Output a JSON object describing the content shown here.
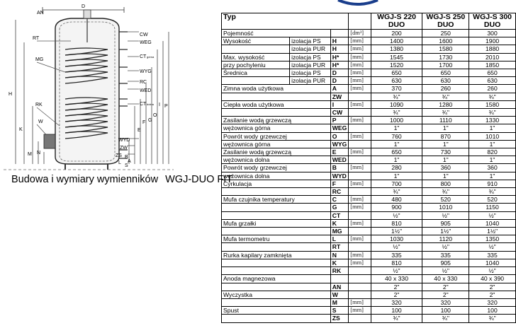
{
  "diagram": {
    "labels": [
      "D",
      "AN",
      "RT",
      "MG",
      "RK",
      "W",
      "M",
      "N",
      "H",
      "K",
      "CW",
      "WEG",
      "CT",
      "górna",
      "WYG",
      "RC",
      "WED",
      "CT",
      "dolna",
      "WYD",
      "ZW",
      "ZS",
      "L",
      "B",
      "A",
      "S",
      "E",
      "F",
      "G",
      "O",
      "I",
      "P"
    ]
  },
  "caption": {
    "text1": "Budowa i wymiary wymienników",
    "text2": "WGJ-DUO FIT"
  },
  "table": {
    "header": {
      "typ": "Typ",
      "m1a": "WGJ-S 220",
      "m1b": "DUO",
      "m2a": "WGJ-S 250",
      "m2b": "DUO",
      "m3a": "WGJ-S 300",
      "m3b": "DUO"
    },
    "rows": [
      {
        "label": "Pojemność",
        "sub": "",
        "sym": "",
        "unit": "[dm³]",
        "v": [
          "200",
          "250",
          "300"
        ]
      },
      {
        "label": "Wysokość",
        "sub": "izolacja PS",
        "sym": "H",
        "unit": "[mm]",
        "v": [
          "1400",
          "1600",
          "1900"
        ]
      },
      {
        "label": "",
        "sub": "izolacja PUR",
        "sym": "H",
        "unit": "[mm]",
        "v": [
          "1380",
          "1580",
          "1880"
        ]
      },
      {
        "label": "Max. wysokość",
        "sub": "izolacja PS",
        "sym": "H*",
        "unit": "[mm]",
        "v": [
          "1545",
          "1730",
          "2010"
        ]
      },
      {
        "label": "przy pochyleniu",
        "sub": "izolacja PUR",
        "sym": "H*",
        "unit": "[mm]",
        "v": [
          "1520",
          "1700",
          "1850"
        ]
      },
      {
        "label": "Średnica",
        "sub": "izolacja PS",
        "sym": "D",
        "unit": "[mm]",
        "v": [
          "650",
          "650",
          "650"
        ]
      },
      {
        "label": "",
        "sub": "izolacja PUR",
        "sym": "D",
        "unit": "[mm]",
        "v": [
          "630",
          "630",
          "630"
        ]
      },
      {
        "label": "Zimna woda użytkowa",
        "sub": "",
        "sym": "A",
        "unit": "[mm]",
        "v": [
          "370",
          "260",
          "260"
        ]
      },
      {
        "label": "",
        "sub": "",
        "sym": "ZW",
        "unit": "",
        "v": [
          "¾\"",
          "¾\"",
          "¾\""
        ]
      },
      {
        "label": "Ciepła woda użytkowa",
        "sub": "",
        "sym": "I",
        "unit": "[mm]",
        "v": [
          "1090",
          "1280",
          "1580"
        ]
      },
      {
        "label": "",
        "sub": "",
        "sym": "CW",
        "unit": "",
        "v": [
          "¾\"",
          "¾\"",
          "¾\""
        ]
      },
      {
        "label": "Zasilanie wodą grzewczą",
        "sub": "",
        "sym": "P",
        "unit": "[mm]",
        "v": [
          "1000",
          "1110",
          "1330"
        ]
      },
      {
        "label": "wężownica górna",
        "sub": "",
        "sym": "WEG",
        "unit": "",
        "v": [
          "1\"",
          "1\"",
          "1\""
        ]
      },
      {
        "label": "Powrót wody grzewczej",
        "sub": "",
        "sym": "O",
        "unit": "[mm]",
        "v": [
          "760",
          "870",
          "1010"
        ]
      },
      {
        "label": "wężownica górna",
        "sub": "",
        "sym": "WYG",
        "unit": "",
        "v": [
          "1\"",
          "1\"",
          "1\""
        ]
      },
      {
        "label": "Zasilanie wodą grzewczą",
        "sub": "",
        "sym": "E",
        "unit": "[mm]",
        "v": [
          "650",
          "730",
          "820"
        ]
      },
      {
        "label": "wężownica dolna",
        "sub": "",
        "sym": "WED",
        "unit": "",
        "v": [
          "1\"",
          "1\"",
          "1\""
        ]
      },
      {
        "label": "Powrót wody grzewczej",
        "sub": "",
        "sym": "B",
        "unit": "[mm]",
        "v": [
          "280",
          "360",
          "360"
        ]
      },
      {
        "label": "wężownica dolna",
        "sub": "",
        "sym": "WYD",
        "unit": "",
        "v": [
          "1\"",
          "1\"",
          "1\""
        ]
      },
      {
        "label": "Cyrkulacja",
        "sub": "",
        "sym": "F",
        "unit": "[mm]",
        "v": [
          "700",
          "800",
          "910"
        ]
      },
      {
        "label": "",
        "sub": "",
        "sym": "RC",
        "unit": "",
        "v": [
          "¾\"",
          "¾\"",
          "¾\""
        ]
      },
      {
        "label": "Mufa czujnika temperatury",
        "sub": "",
        "sym": "C",
        "unit": "[mm]",
        "v": [
          "480",
          "520",
          "520"
        ]
      },
      {
        "label": "",
        "sub": "",
        "sym": "G",
        "unit": "[mm]",
        "v": [
          "900",
          "1010",
          "1150"
        ]
      },
      {
        "label": "",
        "sub": "",
        "sym": "CT",
        "unit": "",
        "v": [
          "½\"",
          "½\"",
          "½\""
        ]
      },
      {
        "label": "Mufa grzałki",
        "sub": "",
        "sym": "K",
        "unit": "[mm]",
        "v": [
          "810",
          "905",
          "1040"
        ]
      },
      {
        "label": "",
        "sub": "",
        "sym": "MG",
        "unit": "",
        "v": [
          "1½\"",
          "1½\"",
          "1½\""
        ]
      },
      {
        "label": "Mufa termometru",
        "sub": "",
        "sym": "L",
        "unit": "[mm]",
        "v": [
          "1030",
          "1120",
          "1350"
        ]
      },
      {
        "label": "",
        "sub": "",
        "sym": "RT",
        "unit": "",
        "v": [
          "½\"",
          "½\"",
          "½\""
        ]
      },
      {
        "label": "Rurka kapilary zamknięta",
        "sub": "",
        "sym": "N",
        "unit": "[mm]",
        "v": [
          "335",
          "335",
          "335"
        ]
      },
      {
        "label": "",
        "sub": "",
        "sym": "K",
        "unit": "[mm]",
        "v": [
          "810",
          "905",
          "1040"
        ]
      },
      {
        "label": "",
        "sub": "",
        "sym": "RK",
        "unit": "",
        "v": [
          "½\"",
          "½\"",
          "½\""
        ]
      },
      {
        "label": "Anoda magnezowa",
        "sub": "",
        "sym": "",
        "unit": "",
        "v": [
          "40 x 330",
          "40 x 330",
          "40 x 390"
        ]
      },
      {
        "label": "",
        "sub": "",
        "sym": "AN",
        "unit": "",
        "v": [
          "2\"",
          "2\"",
          "2\""
        ]
      },
      {
        "label": "Wyczystka",
        "sub": "",
        "sym": "W",
        "unit": "",
        "v": [
          "2\"",
          "2\"",
          "2\""
        ]
      },
      {
        "label": "",
        "sub": "",
        "sym": "M",
        "unit": "[mm]",
        "v": [
          "320",
          "320",
          "320"
        ]
      },
      {
        "label": "Spust",
        "sub": "",
        "sym": "S",
        "unit": "[mm]",
        "v": [
          "100",
          "100",
          "100"
        ]
      },
      {
        "label": "",
        "sub": "",
        "sym": "ZS",
        "unit": "",
        "v": [
          "¾\"",
          "¾\"",
          "¾\""
        ]
      }
    ]
  }
}
